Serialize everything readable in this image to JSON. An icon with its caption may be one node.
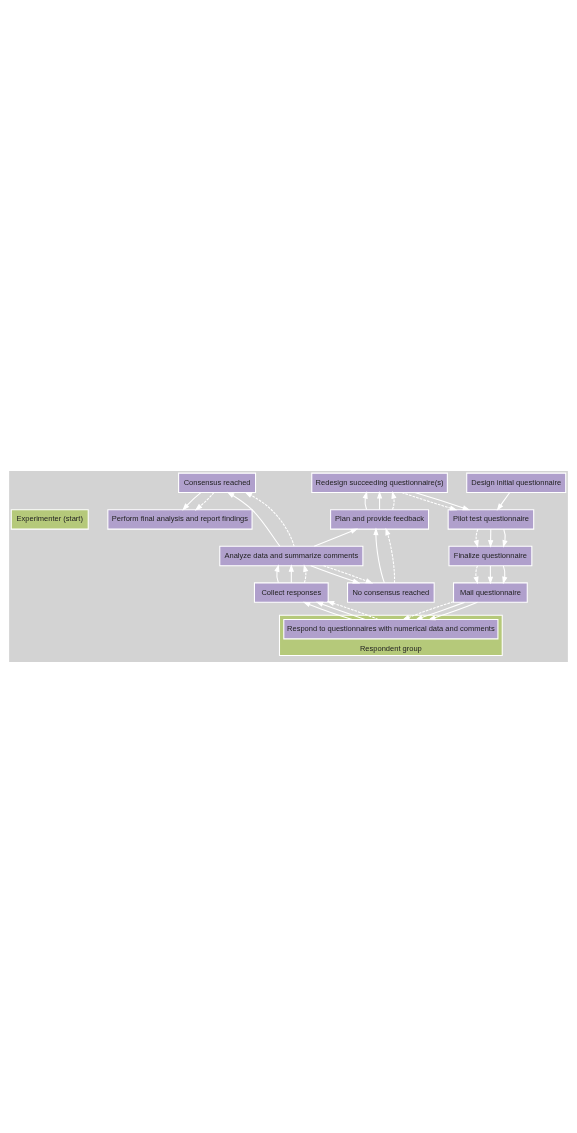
{
  "diagram": {
    "nodes": [
      {
        "text": [
          "Experimenter (start)"
        ]
      },
      {
        "text": [
          "Perform final analysis and report findings"
        ]
      },
      {
        "text": [
          "Design initial questionnaire"
        ]
      },
      {
        "text": [
          "Consensus reached"
        ]
      },
      {
        "text": [
          "Redesign succeeding questionnaire(s)"
        ]
      },
      {
        "text": [
          "Pilot test questionnaire"
        ]
      },
      {
        "text": [
          "Plan and provide feedback"
        ]
      },
      {
        "text": [
          "No consensus reached"
        ]
      },
      {
        "text": [
          "Finalize questionnaire"
        ]
      },
      {
        "text": [
          "Analyze data and summarize comments"
        ]
      },
      {
        "text": [
          "Mail questionnaire"
        ]
      },
      {
        "text": [
          "Collect responses"
        ]
      },
      {
        "text": [
          "Respondent group"
        ]
      },
      {
        "text": [
          "Respond to questionnaires with numerical data and comments"
        ],
        "in": 12
      }
    ],
    "edges": [
      {
        "from": 2,
        "to": 5,
        "arrow": "to"
      },
      {
        "from": 4,
        "to": 5,
        "arrow": "to",
        "style": "dashed"
      },
      {
        "from": 4,
        "to": 5,
        "arrow": "to"
      },
      {
        "from": 5,
        "to": 8,
        "arrow": "to",
        "style": "dashed"
      },
      {
        "from": 5,
        "to": 8,
        "arrow": "to"
      },
      {
        "from": 5,
        "to": 8,
        "arrow": "to"
      },
      {
        "from": 8,
        "to": 10,
        "arrow": "to",
        "style": "dashed"
      },
      {
        "from": 8,
        "to": 10,
        "arrow": "to"
      },
      {
        "from": 8,
        "to": 10,
        "arrow": "to"
      },
      {
        "from": 10,
        "to": 13,
        "arrow": "to",
        "style": "dashed"
      },
      {
        "from": 10,
        "to": 13,
        "arrow": "to"
      },
      {
        "from": 10,
        "to": 13,
        "arrow": "to"
      },
      {
        "from": 13,
        "to": 11,
        "arrow": "to"
      },
      {
        "from": 13,
        "to": 11,
        "arrow": "to"
      },
      {
        "from": 13,
        "to": 11,
        "arrow": "to",
        "style": "dashed"
      },
      {
        "from": 11,
        "to": 9,
        "arrow": "to"
      },
      {
        "from": 11,
        "to": 9,
        "arrow": "to"
      },
      {
        "from": 11,
        "to": 9,
        "arrow": "to",
        "style": "dashed"
      },
      {
        "from": 9,
        "to": 6,
        "arrow": "to"
      },
      {
        "from": 9,
        "to": 7,
        "arrow": "to"
      },
      {
        "from": 9,
        "to": 7,
        "arrow": "to",
        "style": "dashed"
      },
      {
        "from": 9,
        "to": 3,
        "arrow": "to"
      },
      {
        "from": 9,
        "to": 3,
        "arrow": "to",
        "style": "dashed"
      },
      {
        "from": 7,
        "to": 6,
        "arrow": "to"
      },
      {
        "from": 7,
        "to": 6,
        "arrow": "to",
        "style": "dashed"
      },
      {
        "from": 6,
        "to": 4,
        "arrow": "to"
      },
      {
        "from": 6,
        "to": 4,
        "arrow": "to"
      },
      {
        "from": 6,
        "to": 4,
        "arrow": "to",
        "style": "dashed"
      },
      {
        "from": 3,
        "to": 1,
        "arrow": "to"
      },
      {
        "from": 3,
        "to": 1,
        "arrow": "to",
        "style": "dashed"
      }
    ]
  }
}
